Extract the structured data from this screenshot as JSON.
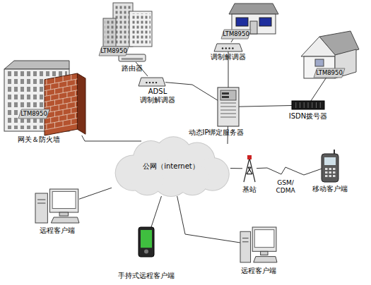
{
  "diagram": {
    "nodes": [
      {
        "text": [
          "LTM8950"
        ]
      },
      {
        "text": [
          "路由器"
        ]
      },
      {
        "text": [
          "LTM8950"
        ]
      },
      {
        "text": [
          "调制解调器"
        ]
      },
      {
        "text": [
          "LTM8950"
        ]
      },
      {
        "text": [
          "LTM8950"
        ]
      },
      {
        "text": [
          "ADSL 调制解调器"
        ]
      },
      {
        "text": [
          "动态IP绑定服务器"
        ]
      },
      {
        "text": [
          "ISDN拨号器"
        ]
      },
      {
        "text": [
          "网关＆防火墙"
        ]
      },
      {
        "text": [
          "公网（internet）"
        ]
      },
      {
        "text": [
          "基站"
        ]
      },
      {
        "text": [
          "移动客户端"
        ]
      },
      {
        "text": [
          "远程客户端"
        ]
      },
      {
        "text": [
          "手持式远程客户端"
        ]
      },
      {
        "text": [
          "远程客户端"
        ]
      }
    ],
    "edges": [
      {
        "from": 0,
        "to": 1,
        "arrow": "none"
      },
      {
        "from": 1,
        "to": 6,
        "arrow": "none"
      },
      {
        "from": 6,
        "to": 7,
        "arrow": "none"
      },
      {
        "from": 2,
        "to": 3,
        "arrow": "none"
      },
      {
        "from": 3,
        "to": 7,
        "arrow": "none"
      },
      {
        "from": 4,
        "to": 8,
        "arrow": "none"
      },
      {
        "from": 8,
        "to": 7,
        "arrow": "none"
      },
      {
        "from": 7,
        "to": 10,
        "arrow": "none"
      },
      {
        "from": 9,
        "to": 10,
        "arrow": "none"
      },
      {
        "from": 10,
        "to": 11,
        "arrow": "none"
      },
      {
        "from": 11,
        "to": 12,
        "label": "GSM/ CDMA",
        "arrow": "none"
      },
      {
        "from": 10,
        "to": 13,
        "arrow": "none"
      },
      {
        "from": 10,
        "to": 14,
        "arrow": "none"
      },
      {
        "from": 10,
        "to": 15,
        "arrow": "none"
      }
    ]
  }
}
